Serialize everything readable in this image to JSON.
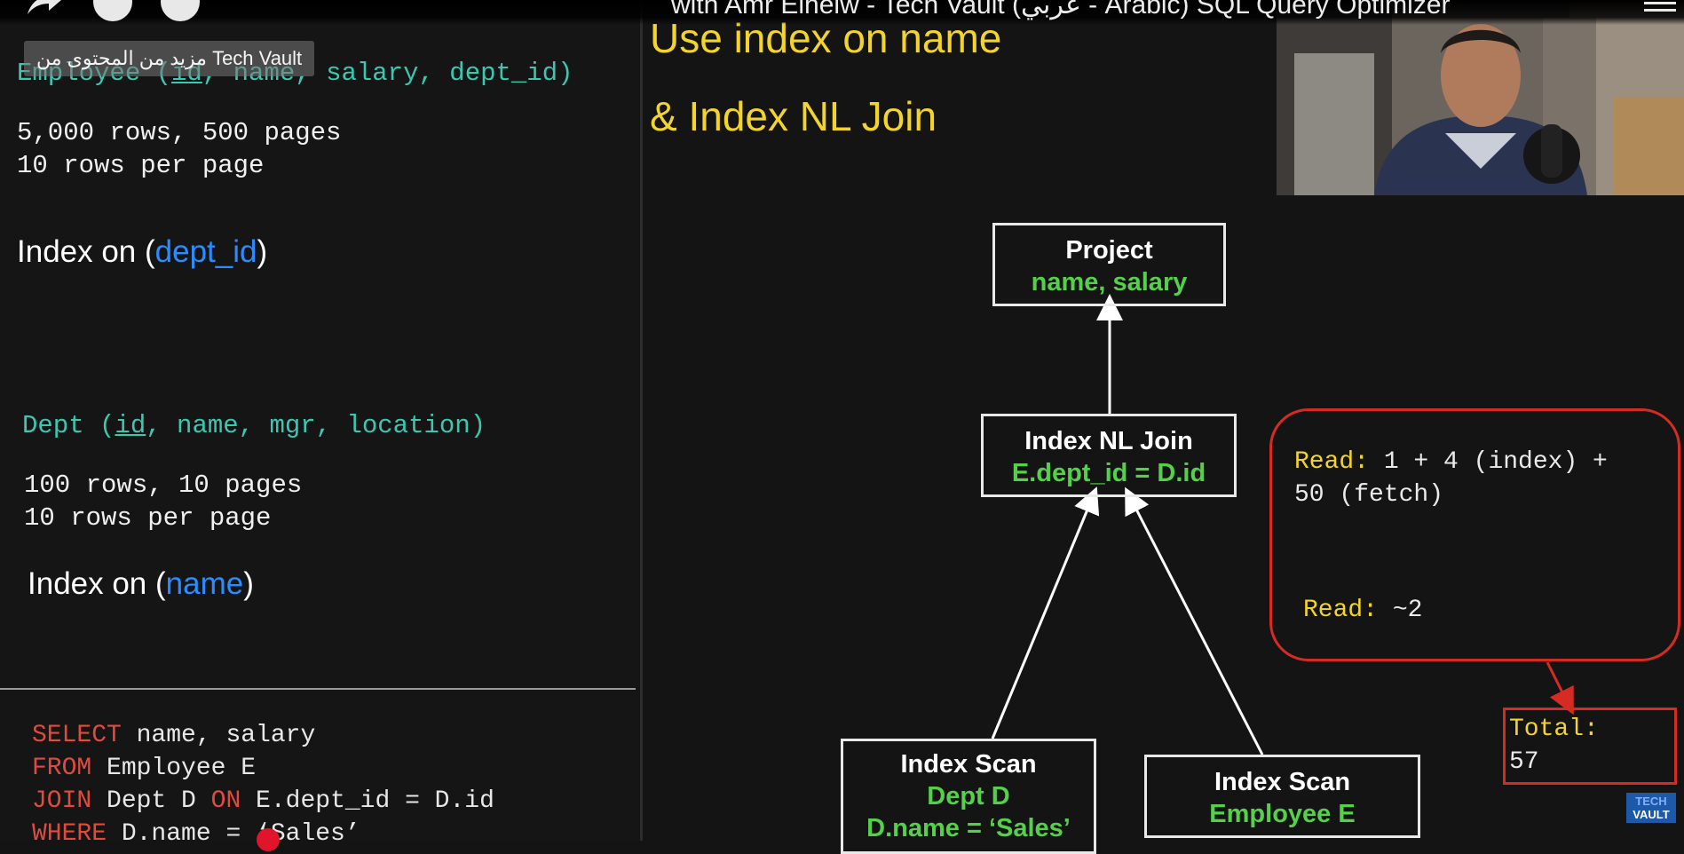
{
  "top_bar": {
    "video_title": "with Amr Elhelw - Tech Vault (عربي - Arabic) SQL Query Optimizer"
  },
  "channel_badge": {
    "label": "مزيد من المحتوى من Tech Vault"
  },
  "left_panel": {
    "employee": {
      "schema_prefix": "Employee (",
      "key": "id",
      "schema_rest": ", name, salary, dept_id)",
      "rows": "5,000 rows, 500 pages",
      "rows_per_page": "10 rows per page",
      "index_prefix": "Index on (",
      "index_col": "dept_id",
      "index_suffix": ")"
    },
    "dept": {
      "schema_prefix": "Dept (",
      "key": "id",
      "schema_rest": ", name, mgr, location)",
      "rows": "100 rows, 10 pages",
      "rows_per_page": "10 rows per page",
      "index_prefix": "Index on (",
      "index_col": "name",
      "index_suffix": ")"
    },
    "sql": {
      "l1_kw": "SELECT",
      "l1_rest": " name, salary",
      "l2_kw": "FROM",
      "l2_rest": " Employee E",
      "l3_kw": "JOIN",
      "l3_mid": " Dept D ",
      "l3_kw2": "ON",
      "l3_rest": " E.dept_id = D.id",
      "l4_kw": "WHERE",
      "l4_rest": " D.name = ‘Sales’"
    }
  },
  "heading": {
    "line1": "Use index on name",
    "line2": "& Index NL Join"
  },
  "plan": {
    "project": {
      "op": "Project",
      "arg": "name, salary"
    },
    "join": {
      "op": "Index NL Join",
      "arg": "E.dept_id = D.id"
    },
    "scan_dept": {
      "op": "Index Scan",
      "arg": "Dept D",
      "pred": "D.name = ‘Sales’"
    },
    "scan_emp": {
      "op": "Index Scan",
      "arg": "Employee E"
    }
  },
  "read_box": {
    "read1_kw": "Read:",
    "read1_val": " 1 + 4 (index) +",
    "read1_line2": "50 (fetch)",
    "read2_kw": "Read:",
    "read2_val": " ~2"
  },
  "total": {
    "label": "Total:",
    "value": "57"
  },
  "logo": {
    "line1": "TECH",
    "line2": "VAULT"
  },
  "colors": {
    "schema_text": "#3cc7b1",
    "index_col": "#2b8cff",
    "sql_keyword": "#e04b3e",
    "heading_yellow": "#f3d42d",
    "plan_arg_green": "#56d04a",
    "highlight_red": "#d62b22"
  }
}
